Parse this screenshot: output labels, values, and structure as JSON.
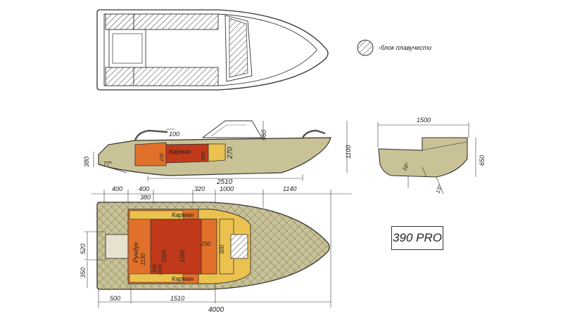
{
  "legend": {
    "label": "-блок плавучести"
  },
  "model": "390 PRO",
  "side_view": {
    "dims": {
      "d100": "100",
      "d960": "960",
      "d1100": "1100",
      "d380": "380",
      "d270": "270",
      "d2510": "2510",
      "d220": "220",
      "d650": "650",
      "angle": "77°"
    },
    "pocket_label": "Карман"
  },
  "section_view": {
    "dims": {
      "d1500": "1500",
      "d650": "650",
      "angle1": "18°",
      "angle2": "13°"
    }
  },
  "plan_view": {
    "dims_top": {
      "d400a": "400",
      "d400b": "400",
      "d380": "380",
      "d320": "320",
      "d1000": "1000",
      "d1140": "1140"
    },
    "dims_left": {
      "d520": "520",
      "d350": "350"
    },
    "dims_bottom": {
      "d500": "500",
      "d1510": "1510",
      "d4000": "4000"
    },
    "inner": {
      "d1130": "1130",
      "d1020": "1020",
      "d1250": "1250",
      "d250": "250",
      "d300": "300",
      "d830": "830",
      "d1035": "1035"
    },
    "labels": {
      "pocket_top": "Карман",
      "pocket_bottom": "Карман",
      "bench": "Рундук"
    }
  },
  "colors": {
    "hull": "#c9c296",
    "buoyancy": "#e6e2cf",
    "red": "#c0391a",
    "orange": "#e0702a",
    "yellow": "#ecc24f",
    "outline": "#333333"
  }
}
